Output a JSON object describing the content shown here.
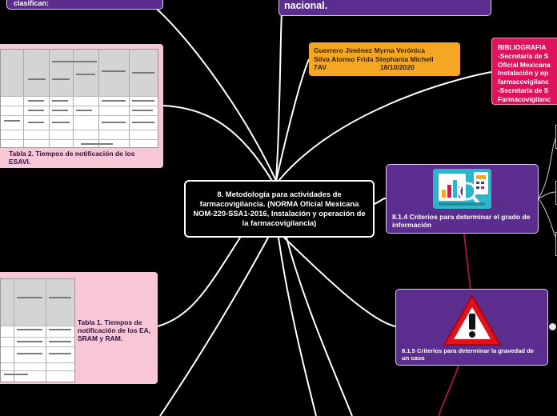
{
  "central": {
    "title": "8. Metodología para actividades de farmacovigilancia. (NORMA Oficial Mexicana NOM-220-SSA1-2016, Instalación y operación de la farmacovigilancia)"
  },
  "top_left": {
    "text": "clasifican:"
  },
  "top_right": {
    "text": "nacional."
  },
  "authors": {
    "line1": "Guerrero Jiménez Myrna Verónica",
    "line2": "Silva Alonso Frida Stephania Michell",
    "group": "7AV",
    "date": "18/10/2020"
  },
  "bibliography": {
    "lines": [
      "BIBLIOGRAFIA",
      "-Secretaría de S",
      "Oficial Mexicana",
      "Instalación y op",
      "farmacovigilanc",
      "-Secretaría de S",
      "Farmacovigilanc"
    ]
  },
  "tables": {
    "tabla2_caption": "Tabla 2. Tiempos de notificación de los ESAVI.",
    "tabla1_caption": "Tabla 1. Tiempos de notificación de los EA, SRAM y RAM."
  },
  "nodes": {
    "n814": {
      "label": "8.1.4 Criterios para determinar el grado de información",
      "icon": "data-analysis-icon"
    },
    "n815": {
      "label": "8.1.5 Criterios para determinar la gravedad de un caso",
      "icon": "warning-icon"
    }
  },
  "colors": {
    "background": "#000000",
    "purple_node": "#5b2d8e",
    "authors_box": "#f5a623",
    "bibliography_box": "#e0125c",
    "table_box": "#f8c6d4",
    "connector_dark": "#9a1447"
  }
}
